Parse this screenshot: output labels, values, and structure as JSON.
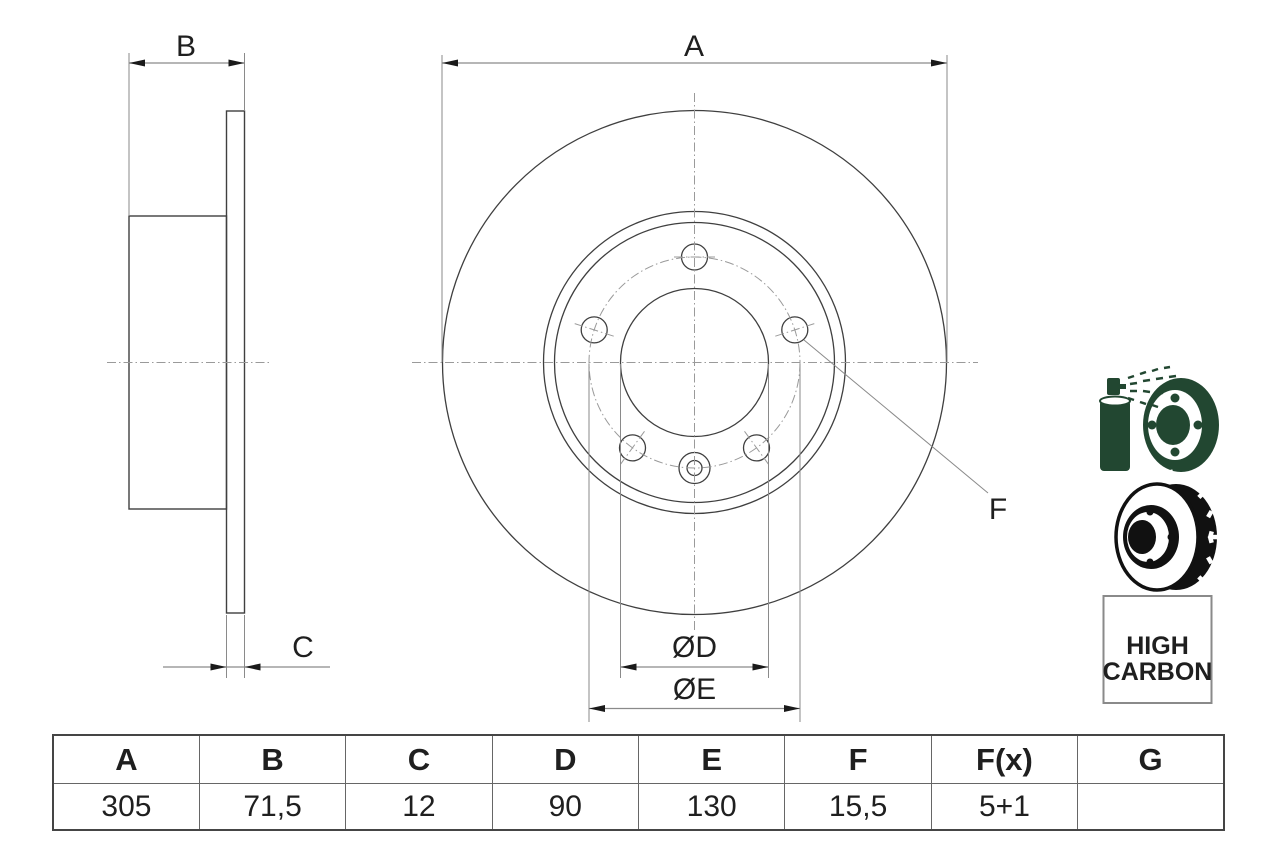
{
  "drawing": {
    "dim_a_label": "A",
    "dim_b_label": "B",
    "dim_c_label": "C",
    "dim_d_label": "ØD",
    "dim_e_label": "ØE",
    "dim_f_label": "F"
  },
  "badge": {
    "line1": "HIGH",
    "line2": "CARBON"
  },
  "icons": {
    "spray": "spray-coated-disc-icon",
    "vented": "vented-disc-icon"
  },
  "table": {
    "headers": [
      "A",
      "B",
      "C",
      "D",
      "E",
      "F",
      "F(x)",
      "G"
    ],
    "values": [
      "305",
      "71,5",
      "12",
      "90",
      "130",
      "15,5",
      "5+1",
      ""
    ]
  },
  "colors": {
    "part_line": "#3f3f3f",
    "dimension_line": "#8a8a8a",
    "centerline": "#9a9a9a",
    "arrow": "#1a1a1a",
    "icon_green": "#224731",
    "icon_black": "#111111",
    "badge_border": "#8a8a8a"
  }
}
